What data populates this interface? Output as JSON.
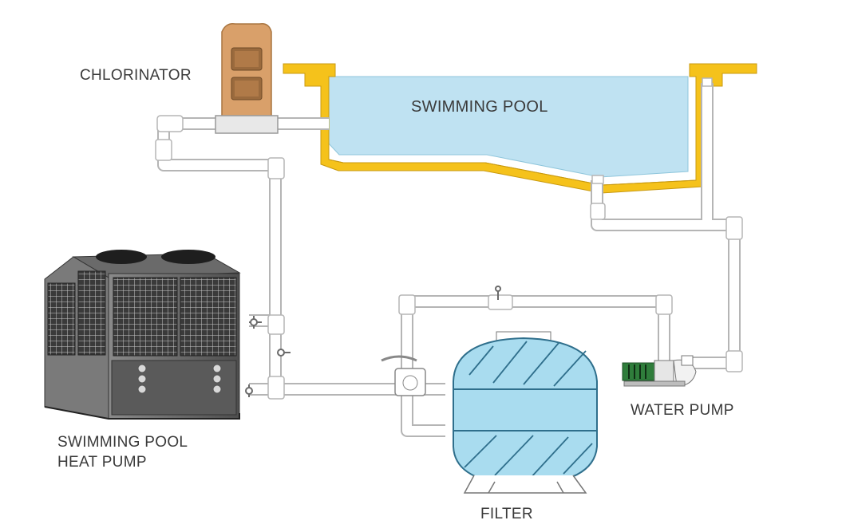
{
  "diagram": {
    "labels": {
      "chlorinator": "CHLORINATOR",
      "swimming_pool": "SWIMMING POOL",
      "heat_pump_line1": "SWIMMING POOL",
      "heat_pump_line2": "HEAT PUMP",
      "filter": "FILTER",
      "water_pump": "WATER PUMP"
    },
    "colors": {
      "pipe_fill": "#ffffff",
      "pipe_outline": "#b5b5b5",
      "water": "#bfe2f2",
      "pool_wall": "#f5c21b",
      "chlorinator_body": "#d9a06a",
      "heat_pump_body": "#5c5c5c",
      "filter_tank": "#a9dcef",
      "pump_motor": "#2f7d3b"
    }
  }
}
